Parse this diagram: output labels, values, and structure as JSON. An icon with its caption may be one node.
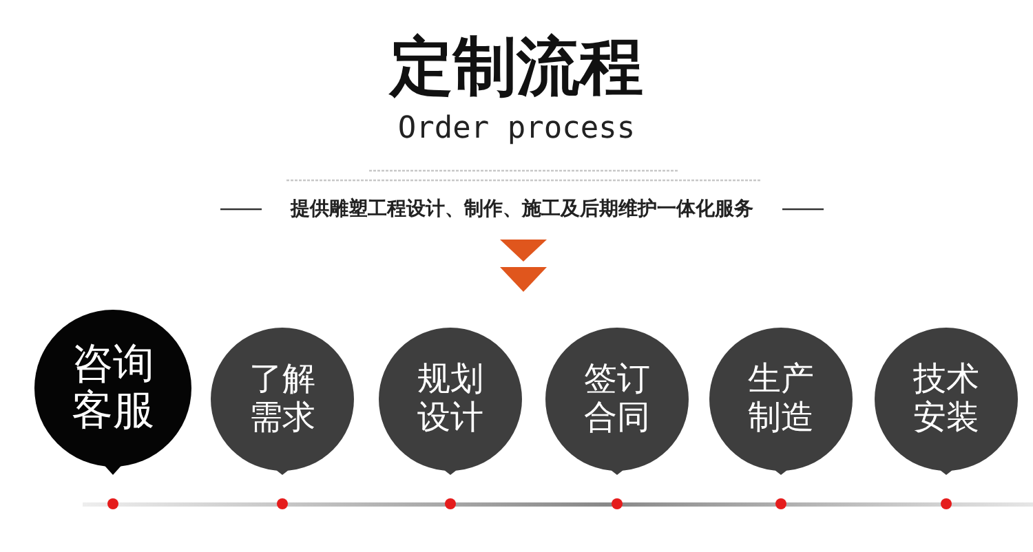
{
  "diagram": {
    "title": "定制流程",
    "nodes": [
      {
        "text": [
          "咨询客服"
        ]
      },
      {
        "text": [
          "了解需求"
        ]
      },
      {
        "text": [
          "规划设计"
        ]
      },
      {
        "text": [
          "签订合同"
        ]
      },
      {
        "text": [
          "生产制造"
        ]
      },
      {
        "text": [
          "技术安装"
        ]
      }
    ],
    "labels": [
      "Order process",
      "提供雕塑工程设计、制作、施工及后期维护一体化服务"
    ]
  }
}
